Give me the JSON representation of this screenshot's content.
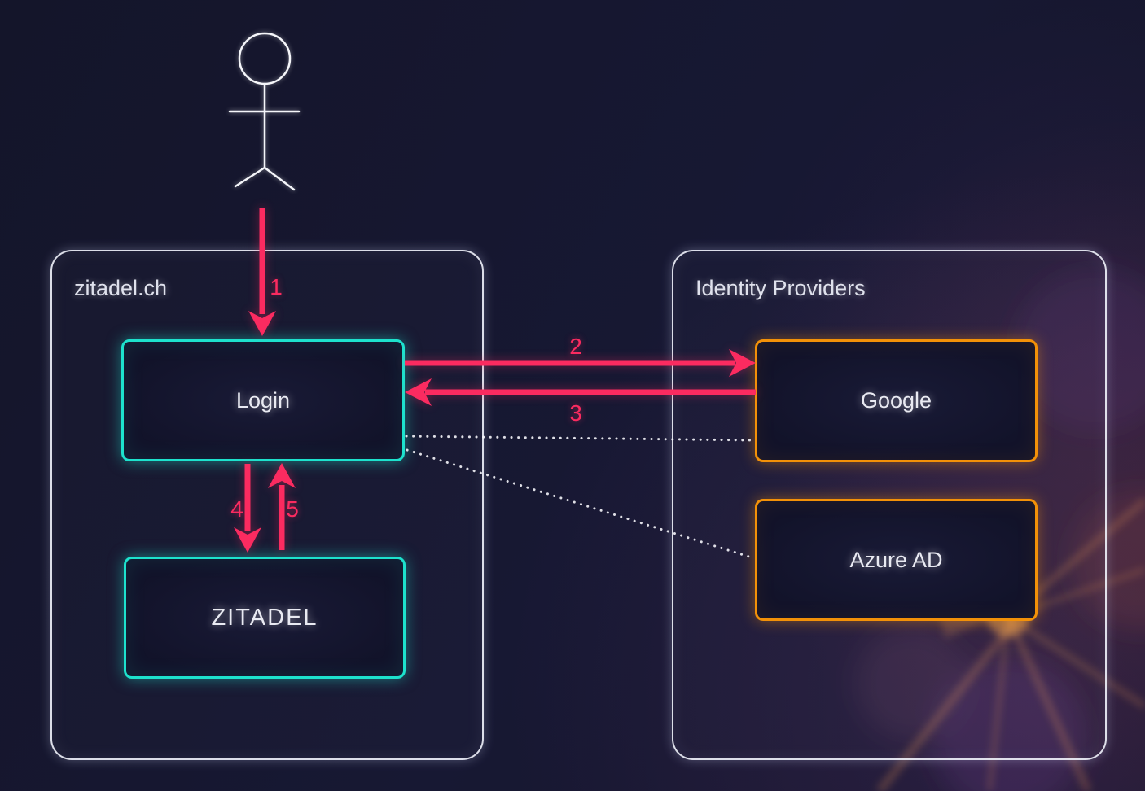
{
  "colors": {
    "background": "#161731",
    "teal_accent": "#1de2cd",
    "orange_accent": "#f39108",
    "pink_arrow": "#fb2b60",
    "container_border": "#eef0f8",
    "text": "#e9eaf2"
  },
  "groups": {
    "zitadel": {
      "label": "zitadel.ch",
      "nodes": {
        "login": {
          "label": "Login"
        },
        "zitadel": {
          "label": "ZITADEL"
        }
      }
    },
    "idp": {
      "label": "Identity Providers",
      "nodes": {
        "google": {
          "label": "Google"
        },
        "azure": {
          "label": "Azure AD"
        }
      }
    }
  },
  "arrows": {
    "step1": {
      "label": "1"
    },
    "step2": {
      "label": "2"
    },
    "step3": {
      "label": "3"
    },
    "step4": {
      "label": "4"
    },
    "step5": {
      "label": "5"
    }
  }
}
